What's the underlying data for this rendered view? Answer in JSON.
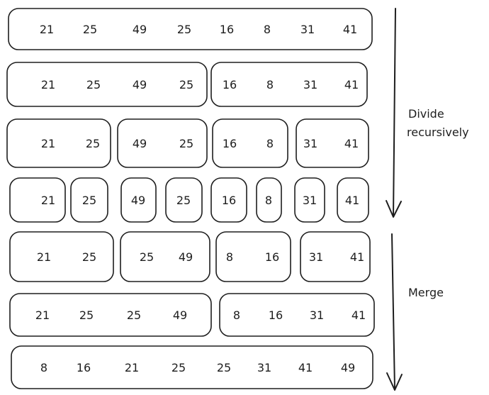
{
  "rows": [
    {
      "groups": [
        [
          "21",
          "25",
          "49",
          "25",
          "16",
          "8",
          "31",
          "41"
        ]
      ]
    },
    {
      "groups": [
        [
          "21",
          "25",
          "49",
          "25"
        ],
        [
          "16",
          "8",
          "31",
          "41"
        ]
      ]
    },
    {
      "groups": [
        [
          "21",
          "25"
        ],
        [
          "49",
          "25"
        ],
        [
          "16",
          "8"
        ],
        [
          "31",
          "41"
        ]
      ]
    },
    {
      "groups": [
        [
          "21"
        ],
        [
          "25"
        ],
        [
          "49"
        ],
        [
          "25"
        ],
        [
          "16"
        ],
        [
          "8"
        ],
        [
          "31"
        ],
        [
          "41"
        ]
      ]
    },
    {
      "groups": [
        [
          "21",
          "25"
        ],
        [
          "25",
          "49"
        ],
        [
          "8",
          "16"
        ],
        [
          "31",
          "41"
        ]
      ]
    },
    {
      "groups": [
        [
          "21",
          "25",
          "25",
          "49"
        ],
        [
          "8",
          "16",
          "31",
          "41"
        ]
      ]
    },
    {
      "groups": [
        [
          "8",
          "16",
          "21",
          "25",
          "25",
          "31",
          "41",
          "49"
        ]
      ]
    }
  ],
  "labels": {
    "divide": [
      "Divide",
      "recursively"
    ],
    "merge": "Merge"
  }
}
